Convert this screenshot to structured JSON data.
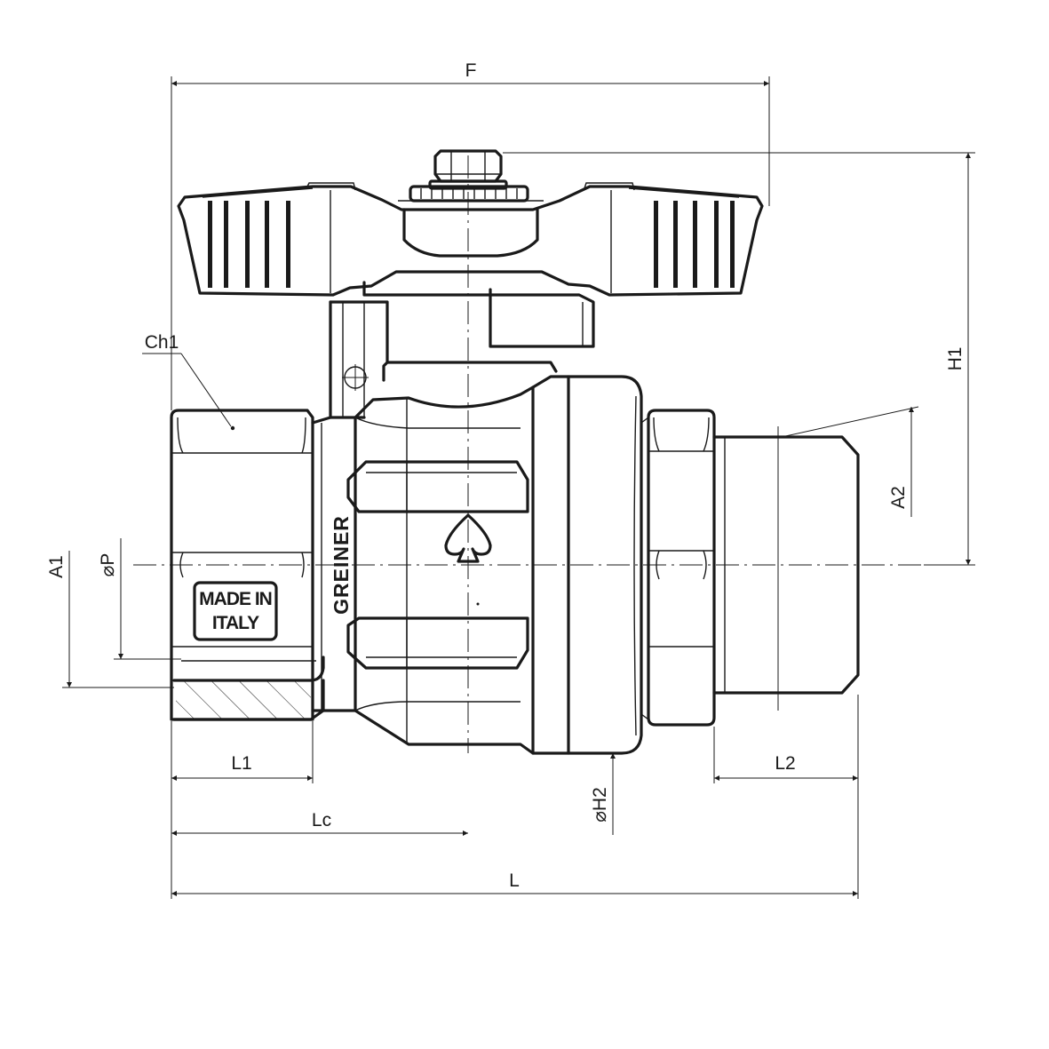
{
  "dimensions": {
    "F": "F",
    "H1": "H1",
    "A1": "A1",
    "P": "P",
    "A2": "A2",
    "Ch1": "Ch1",
    "L1": "L1",
    "L2": "L2",
    "Lc": "Lc",
    "L": "L",
    "H2": "H2",
    "diameter_symbol": "⌀"
  },
  "markings": {
    "plate_line1": "MADE IN",
    "plate_line2": "ITALY",
    "brand": "GREINER"
  },
  "icons": [
    "spade-logo-icon",
    "circle-marker-icon"
  ]
}
